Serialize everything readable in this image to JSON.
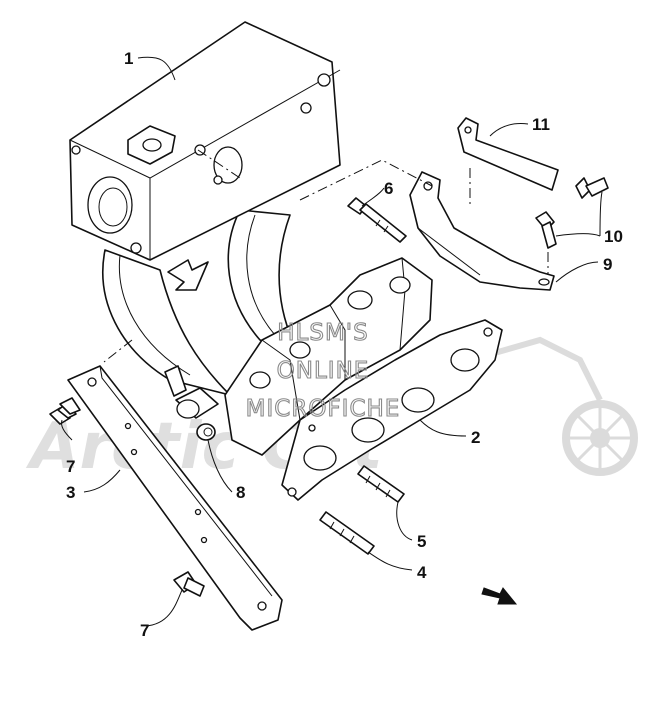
{
  "diagram": {
    "callouts": [
      {
        "id": "1",
        "label": "1"
      },
      {
        "id": "2",
        "label": "2"
      },
      {
        "id": "3",
        "label": "3"
      },
      {
        "id": "4",
        "label": "4"
      },
      {
        "id": "5",
        "label": "5"
      },
      {
        "id": "6",
        "label": "6"
      },
      {
        "id": "7a",
        "label": "7"
      },
      {
        "id": "7b",
        "label": "7"
      },
      {
        "id": "8",
        "label": "8"
      },
      {
        "id": "9",
        "label": "9"
      },
      {
        "id": "10",
        "label": "10"
      },
      {
        "id": "11",
        "label": "11"
      }
    ],
    "watermark": {
      "line1": "HLSM'S",
      "line2": "ONLINE",
      "line3": "MICROFICHE",
      "brand": "Arctic Cat"
    },
    "colors": {
      "line": "#111111",
      "watermark": "#8a8a8a",
      "background": "#ffffff"
    }
  }
}
